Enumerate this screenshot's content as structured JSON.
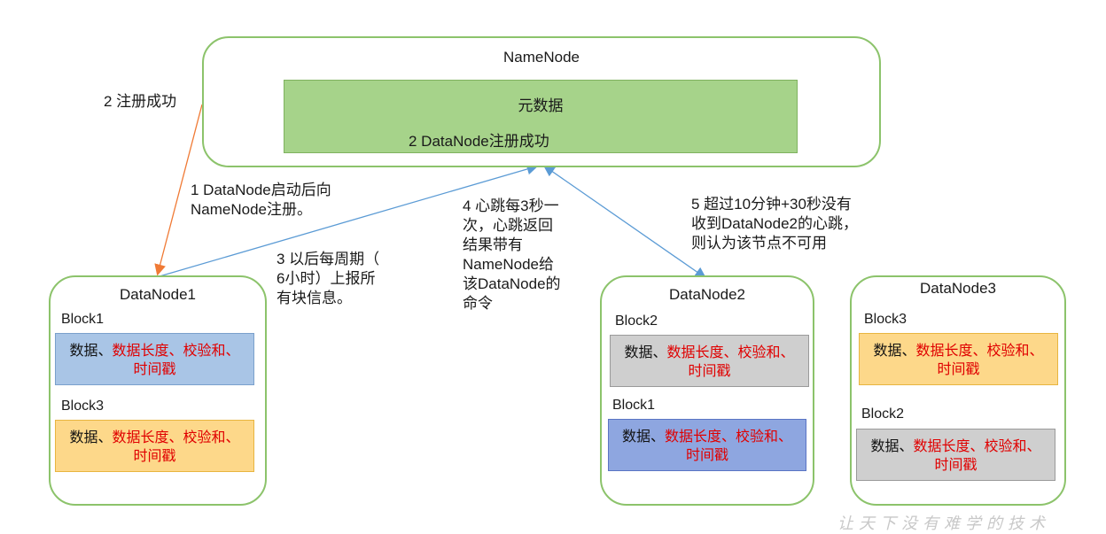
{
  "namenode": {
    "title": "NameNode",
    "meta_title": "元数据",
    "meta_line": "2 DataNode注册成功"
  },
  "notes": {
    "register_success": "2 注册成功",
    "startup": "1 DataNode启动后向\nNameNode注册。",
    "periodic": "3 以后每周期（\n6小时）上报所\n有块信息。",
    "heartbeat": "4 心跳每3秒一\n次，心跳返回\n结果带有\nNameNode给\n该DataNode的\n命令",
    "timeout": "5 超过10分钟+30秒没有\n收到DataNode2的心跳，\n则认为该节点不可用"
  },
  "block_text": {
    "prefix": "数据、",
    "line1_red": "数据长度、校验和、",
    "line2_red": "时间戳"
  },
  "datanodes": [
    {
      "title": "DataNode1",
      "blocks": [
        {
          "label": "Block1",
          "color": "#a9c5e6"
        },
        {
          "label": "Block3",
          "color": "#fdd88a"
        }
      ]
    },
    {
      "title": "DataNode2",
      "blocks": [
        {
          "label": "Block2",
          "color": "#cfcfcf"
        },
        {
          "label": "Block1",
          "color": "#8ea6e0"
        }
      ]
    },
    {
      "title": "DataNode3",
      "blocks": [
        {
          "label": "Block3",
          "color": "#fdd88a"
        },
        {
          "label": "Block2",
          "color": "#cfcfcf"
        }
      ]
    }
  ],
  "colors": {
    "node_border": "#8cc36b",
    "meta_fill": "#a6d38a",
    "register_arrow": "#f07a35",
    "heartbeat_arrow": "#5b9bd5",
    "red_text": "#e00000"
  },
  "watermark": "让天下没有难学的技术"
}
